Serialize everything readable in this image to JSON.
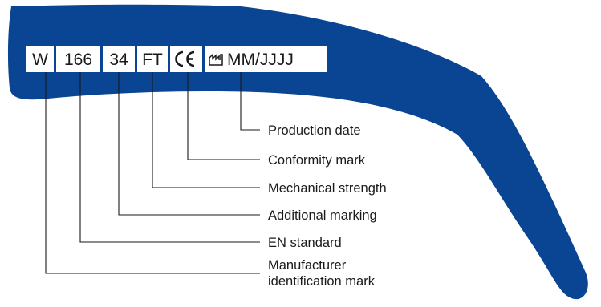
{
  "colors": {
    "frame": "#0a4593",
    "text": "#1a1a1a",
    "box": "#ffffff"
  },
  "markings": [
    {
      "id": "w",
      "text": "W"
    },
    {
      "id": "166",
      "text": "166"
    },
    {
      "id": "34",
      "text": "34"
    },
    {
      "id": "ft",
      "text": "FT"
    },
    {
      "id": "ce",
      "text": "CE",
      "icon": "ce-mark-icon"
    },
    {
      "id": "date",
      "text": "MM/JJJJ",
      "icon": "manufacture-date-icon"
    }
  ],
  "labels": {
    "production_date": "Production date",
    "conformity_mark": "Conformity mark",
    "mechanical_strength": "Mechanical strength",
    "additional_marking": "Additional marking",
    "en_standard": "EN standard",
    "manufacturer_line1": "Manufacturer",
    "manufacturer_line2": "identification mark"
  }
}
